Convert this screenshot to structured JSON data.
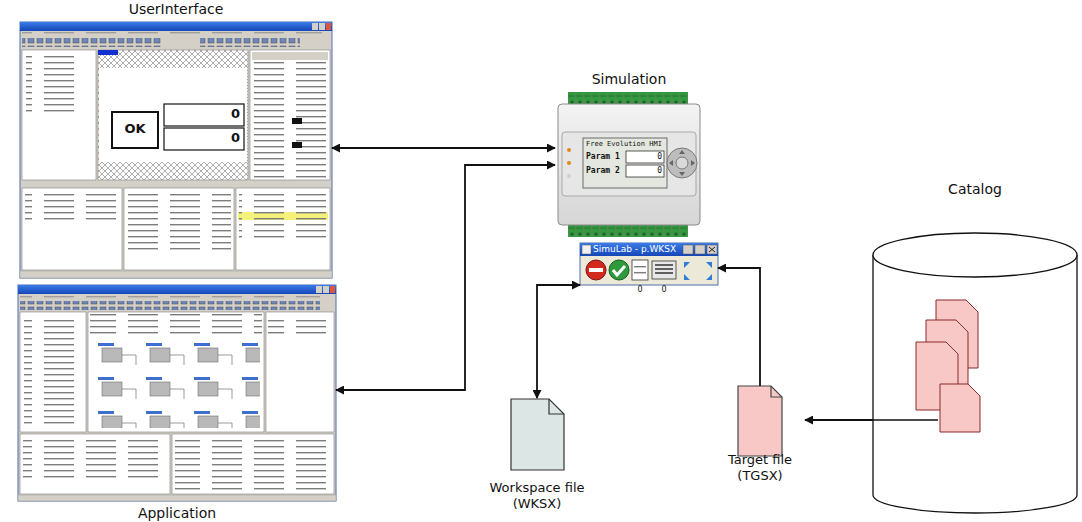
{
  "diagram": {
    "nodes": [
      {
        "text": [
          "UserInterface"
        ]
      },
      {
        "text": [
          "Simulation"
        ]
      },
      {
        "text": [
          "Catalog"
        ]
      },
      {
        "text": [
          "SimuLab - p.WKSX"
        ]
      },
      {
        "text": [
          "Application"
        ]
      },
      {
        "text": [
          "Workspace file (WKSX)"
        ]
      },
      {
        "text": [
          "Target file (TGSX)"
        ]
      }
    ],
    "edges": [
      {
        "from": 0,
        "to": 1,
        "arrow": "both"
      },
      {
        "from": 4,
        "to": 1,
        "arrow": "both"
      },
      {
        "from": 5,
        "to": 3,
        "arrow": "both"
      },
      {
        "from": 6,
        "to": 3,
        "arrow": "to"
      },
      {
        "from": 2,
        "to": 6,
        "arrow": "to"
      }
    ],
    "labels": [
      "OK",
      "0",
      "0",
      "Free Evolution HMI",
      "Param 1",
      "0",
      "Param 2",
      "0",
      "0",
      "0"
    ]
  }
}
